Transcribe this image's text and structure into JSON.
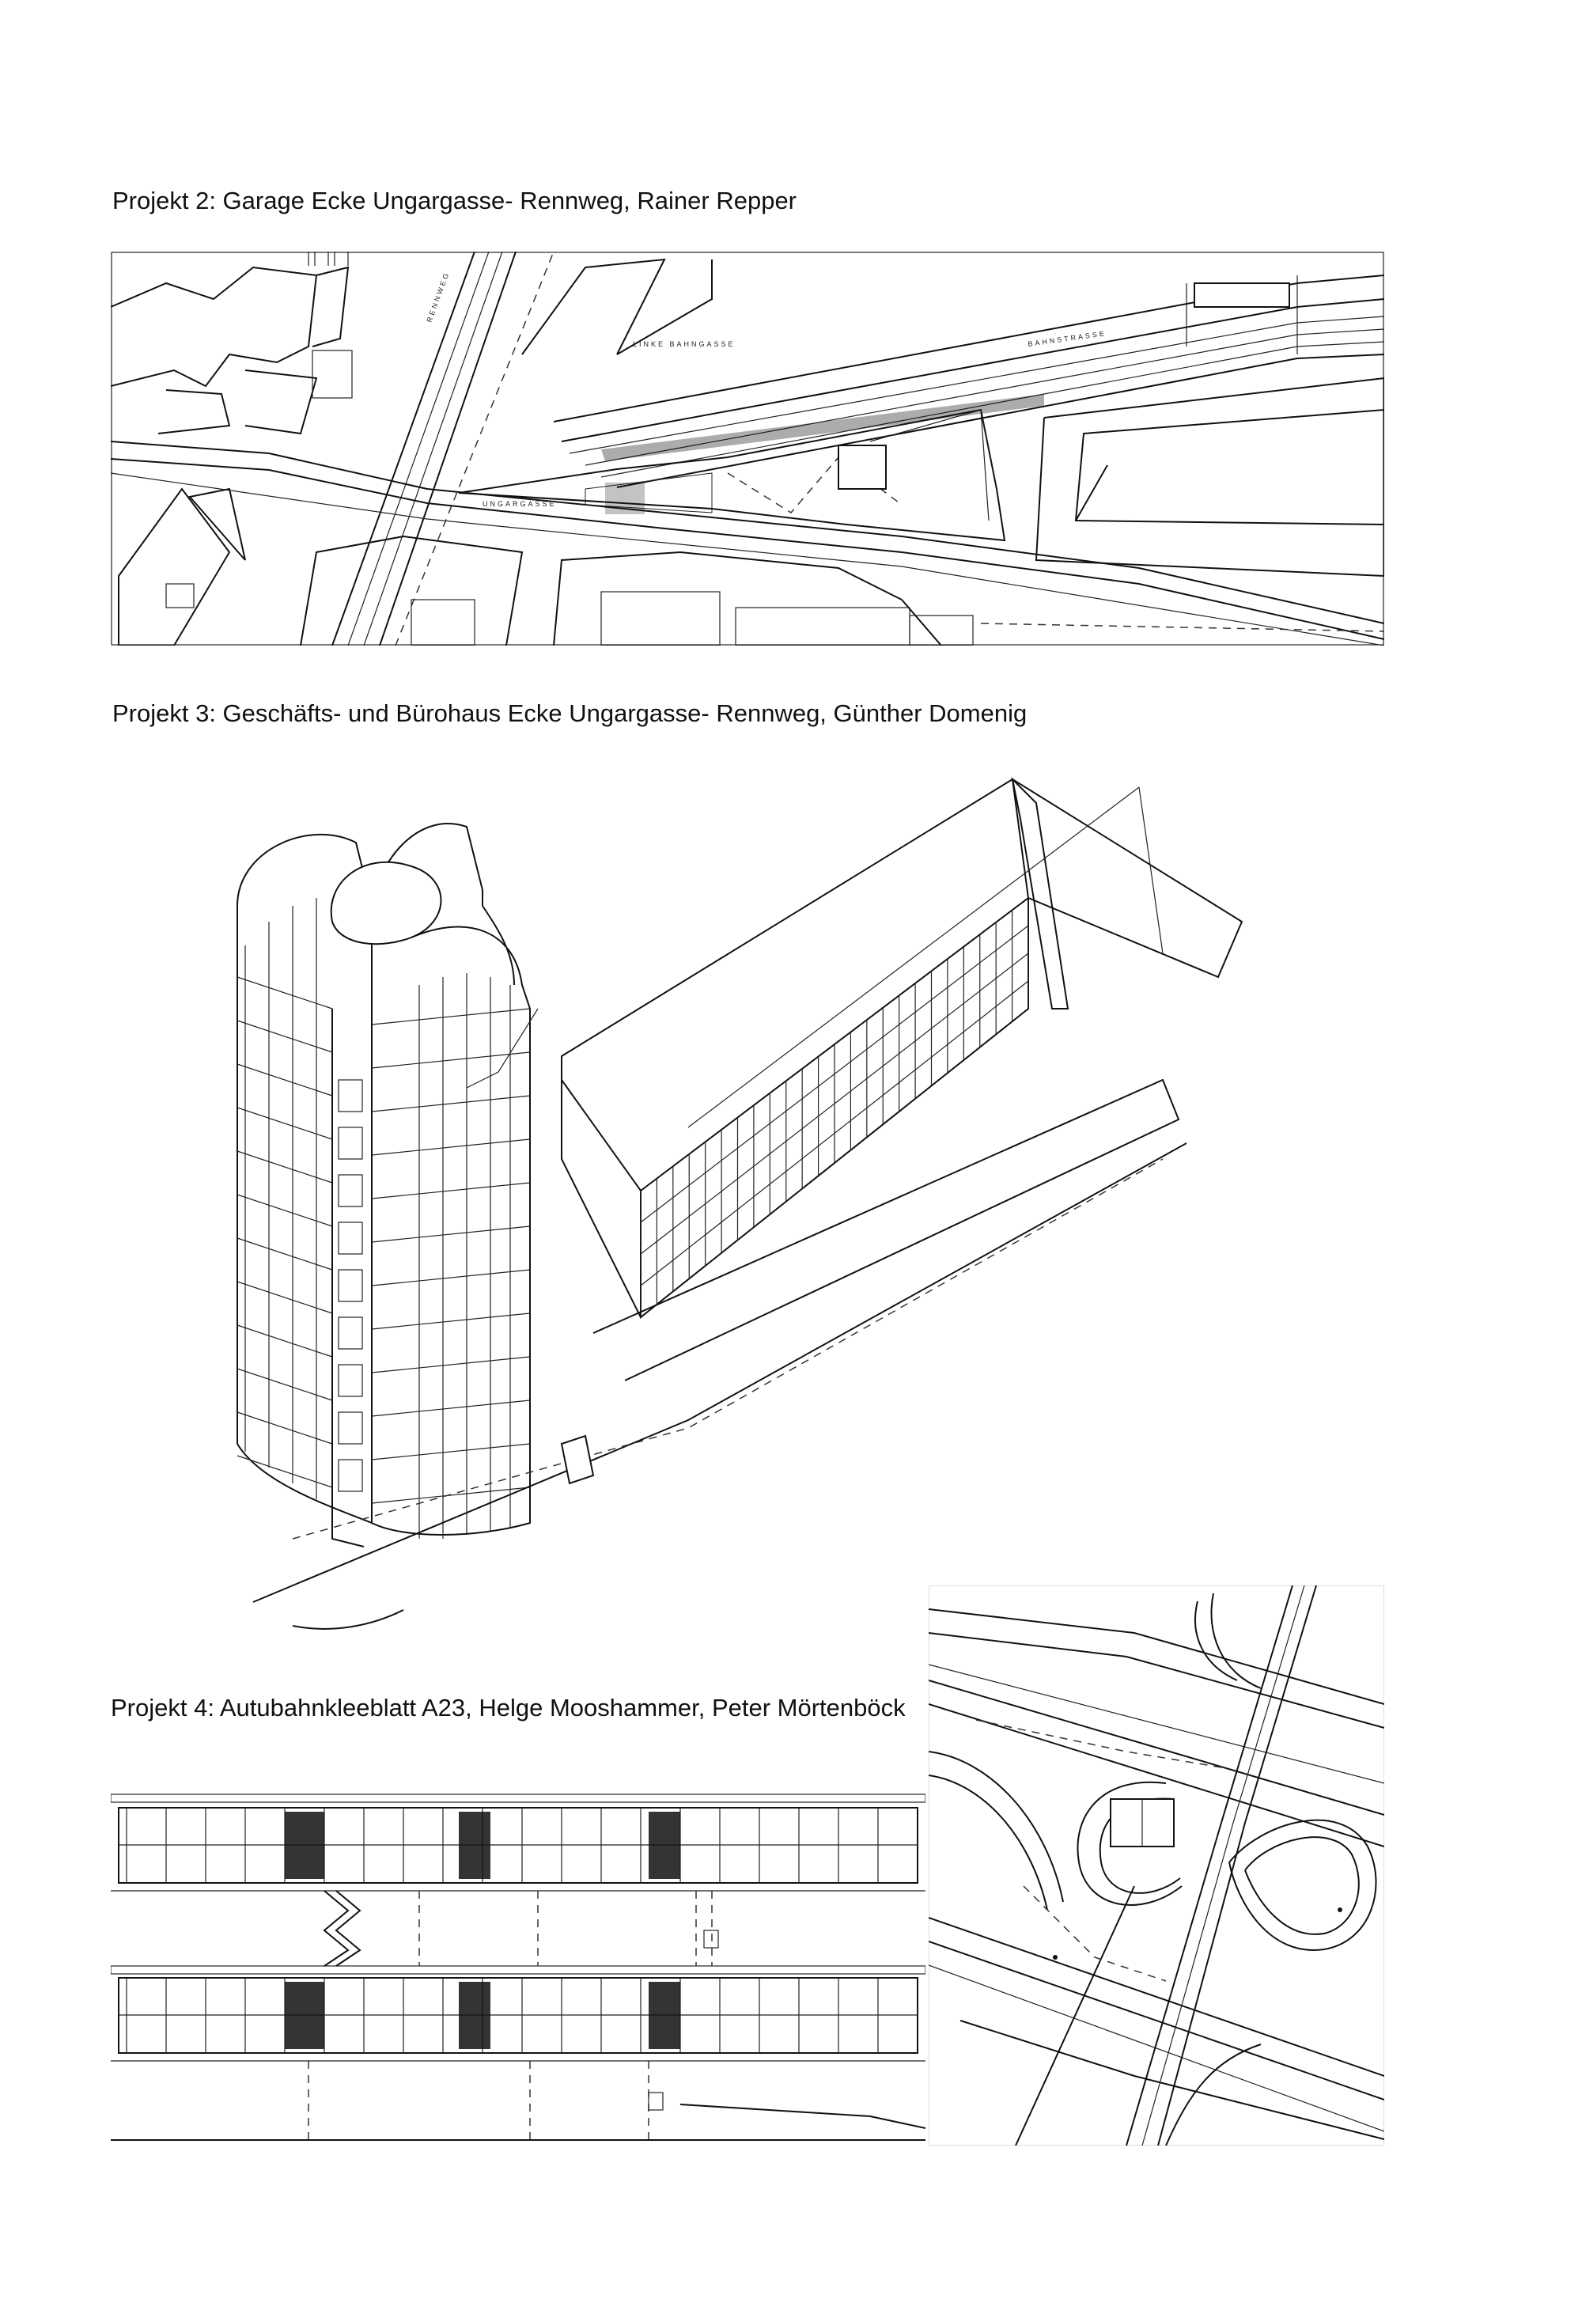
{
  "captions": {
    "projekt2": "Projekt 2: Garage Ecke Ungargasse- Rennweg, Rainer Repper",
    "projekt3": "Projekt 3: Geschäfts- und Bürohaus Ecke Ungargasse- Rennweg, Günther Domenig",
    "projekt4": "Projekt 4: Autubahnkleeblatt A23, Helge Mooshammer, Peter Mörtenböck"
  },
  "plan_labels": {
    "street_top": "LINKE BAHNGASSE",
    "street_right": "BAHNSTRASSE",
    "street_bottom": "UNGARGASSE",
    "street_vertical": "RENNWEG"
  },
  "colors": {
    "ink": "#111111",
    "paper": "#ffffff"
  }
}
